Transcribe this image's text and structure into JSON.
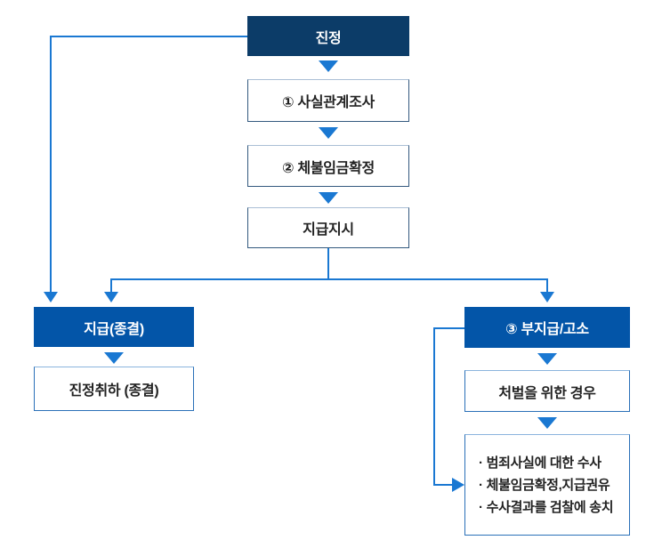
{
  "diagram": {
    "type": "flowchart",
    "language": "ko",
    "nodes": {
      "petition": "진정",
      "step1": "① 사실관계조사",
      "step2": "② 체불임금확정",
      "step3": "지급지시",
      "payment_closed": "지급(종결)",
      "withdrawal_closed": "진정취하 (종결)",
      "nonpayment_accusation": "③ 부지급/고소",
      "punishment_case": "처벌을 위한 경우",
      "investigation_items": [
        "· 범죄사실에 대한 수사",
        "· 체불임금확정,지급권유",
        "· 수사결과를 검찰에 송치"
      ]
    },
    "edges": [
      "petition -> step1",
      "step1 -> step2",
      "step2 -> step3",
      "step3 -> payment_closed",
      "step3 -> nonpayment_accusation",
      "petition -> payment_closed",
      "payment_closed -> withdrawal_closed",
      "nonpayment_accusation -> punishment_case",
      "punishment_case -> investigation_items",
      "nonpayment_accusation -> investigation_items"
    ],
    "colors": {
      "navy_box": "#0c3c68",
      "blue_box": "#0355a8",
      "connector_blue": "#1a78d2",
      "white_box_border_dark": "#33597e",
      "white_box_border_blue": "#2a70b8",
      "text_dark": "#222222",
      "text_light": "#ffffff"
    }
  }
}
